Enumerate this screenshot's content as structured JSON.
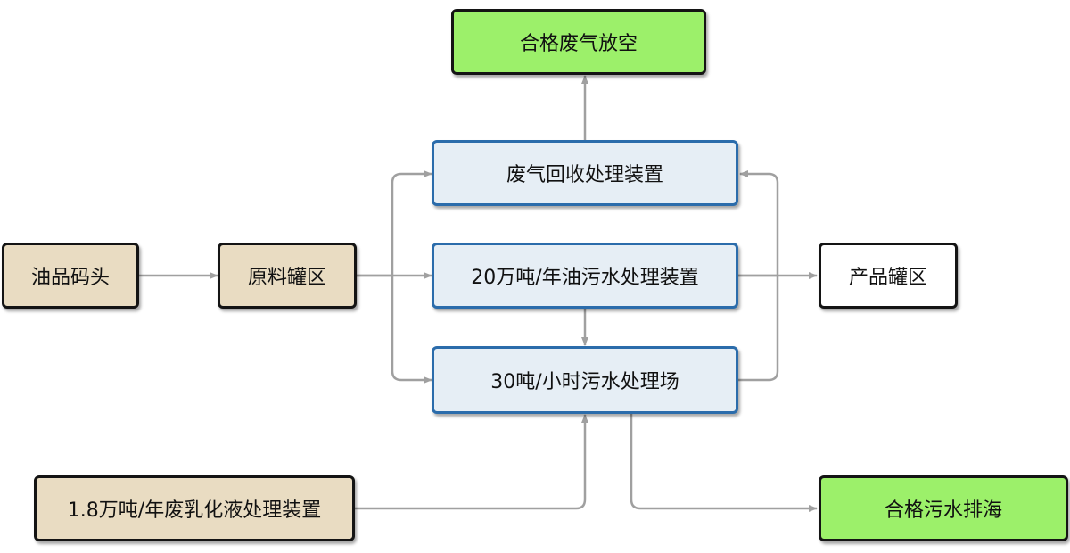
{
  "colors": {
    "tan": "#e9dcc2",
    "green": "#9cf06a",
    "light_blue": "#e6eef5",
    "white": "#ffffff",
    "arrow": "#a0a0a0"
  },
  "nodes": {
    "top_output": {
      "label": "合格废气放空",
      "fill": "#9cf06a"
    },
    "gas_recovery": {
      "label": "废气回收处理装置",
      "fill": "#e6eef5"
    },
    "oily_water_plant": {
      "label": "20万吨/年油污水处理装置",
      "fill": "#e6eef5"
    },
    "sewage_plant": {
      "label": "30吨/小时污水处理场",
      "fill": "#e6eef5"
    },
    "wharf": {
      "label": "油品码头",
      "fill": "#e9dcc2"
    },
    "raw_tank": {
      "label": "原料罐区",
      "fill": "#e9dcc2"
    },
    "product_tank": {
      "label": "产品罐区",
      "fill": "#ffffff"
    },
    "emulsion_plant": {
      "label": "1.8万吨/年废乳化液处理装置",
      "fill": "#e9dcc2"
    },
    "water_output": {
      "label": "合格污水排海",
      "fill": "#9cf06a"
    }
  }
}
